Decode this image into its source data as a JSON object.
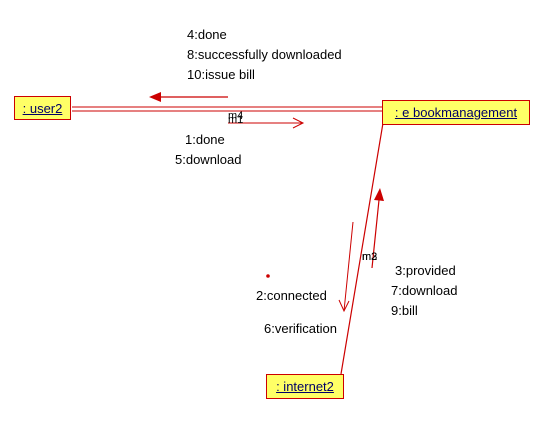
{
  "objects": {
    "user": ": user2",
    "bookmanagement": ": e bookmanagement",
    "internet": ": internet2"
  },
  "links": {
    "top_link_name_a": "m4",
    "top_link_name_b": "m1",
    "right_link_name_a": "m2",
    "right_link_name_b": "m3"
  },
  "messages": {
    "to_user": [
      "4:done",
      "8:successfully downloaded",
      "10:issue bill"
    ],
    "to_bookmanagement": [
      "1:done",
      "5:download"
    ],
    "to_internet": [
      "2:connected",
      "6:verification"
    ],
    "from_internet": [
      "3:provided",
      "7:download",
      "9:bill"
    ]
  },
  "colors": {
    "line": "#cc0000",
    "object_fill": "#ffff66",
    "text": "#000000",
    "object_text": "#000066"
  }
}
